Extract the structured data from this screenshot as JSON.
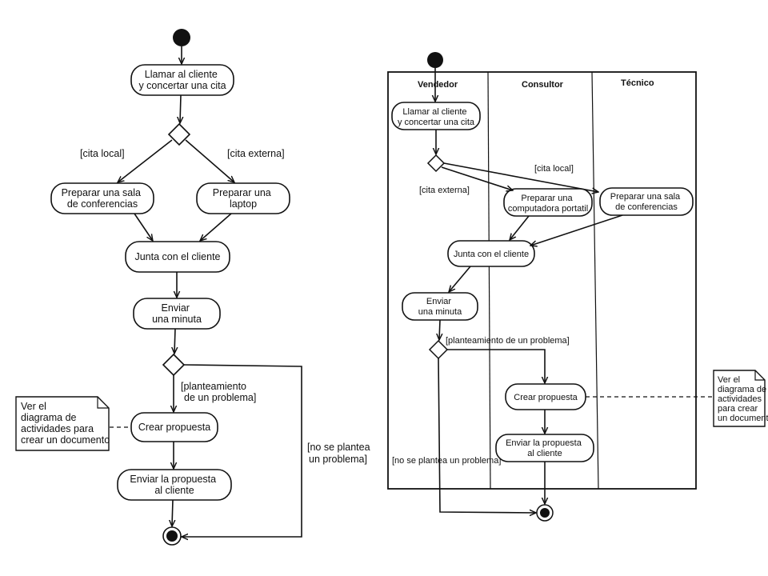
{
  "left": {
    "activities": {
      "llamar": [
        "Llamar al cliente",
        "y concertar una cita"
      ],
      "sala": [
        "Preparar una sala",
        "de conferencias"
      ],
      "laptop": [
        "Preparar una",
        "laptop"
      ],
      "junta": [
        "Junta con el cliente"
      ],
      "minuta": [
        "Enviar",
        "una minuta"
      ],
      "crear": [
        "Crear propuesta"
      ],
      "enviarProp": [
        "Enviar la propuesta",
        "al cliente"
      ]
    },
    "guards": {
      "citaLocal": "[cita local]",
      "citaExterna": "[cita externa]",
      "planteamiento": [
        "[planteamiento",
        "de un problema]"
      ],
      "noPlantea": [
        "[no se plantea",
        "un problema]"
      ]
    },
    "note": [
      "Ver el",
      "diagrama de",
      "actividades para",
      "crear un documento"
    ]
  },
  "right": {
    "lanes": [
      "Vendedor",
      "Consultor",
      "Técnico"
    ],
    "activities": {
      "llamar": [
        "Llamar al cliente",
        "y concertar una cita"
      ],
      "computadora": [
        "Preparar una",
        "computadora portatil"
      ],
      "sala": [
        "Preparar una sala",
        "de conferencias"
      ],
      "junta": [
        "Junta con el cliente"
      ],
      "minuta": [
        "Enviar",
        "una minuta"
      ],
      "crear": [
        "Crear propuesta"
      ],
      "enviarProp": [
        "Enviar la propuesta",
        "al cliente"
      ]
    },
    "guards": {
      "citaLocal": "[cita local]",
      "citaExterna": "[cita externa]",
      "planteamiento": "[planteamiento de un problema]",
      "noPlantea": "[no se plantea un problema]"
    },
    "note": [
      "Ver el",
      "diagrama de",
      "actividades",
      "para crear",
      "un documento"
    ]
  }
}
